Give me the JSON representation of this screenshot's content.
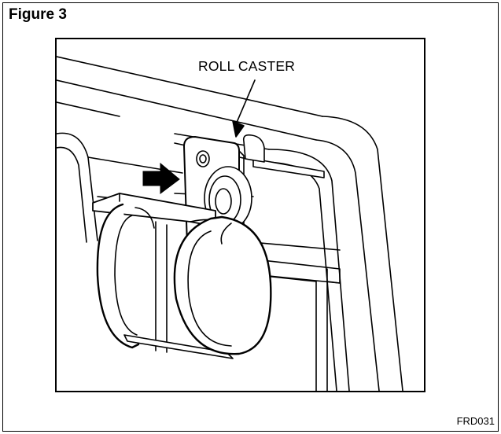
{
  "figure": {
    "title": "Figure 3",
    "callout_label": "ROLL CASTER",
    "drawing_code": "FRD031"
  },
  "colors": {
    "ink": "#000000",
    "paper": "#ffffff"
  },
  "icons": {
    "direction_arrow": "arrow-right-icon"
  }
}
